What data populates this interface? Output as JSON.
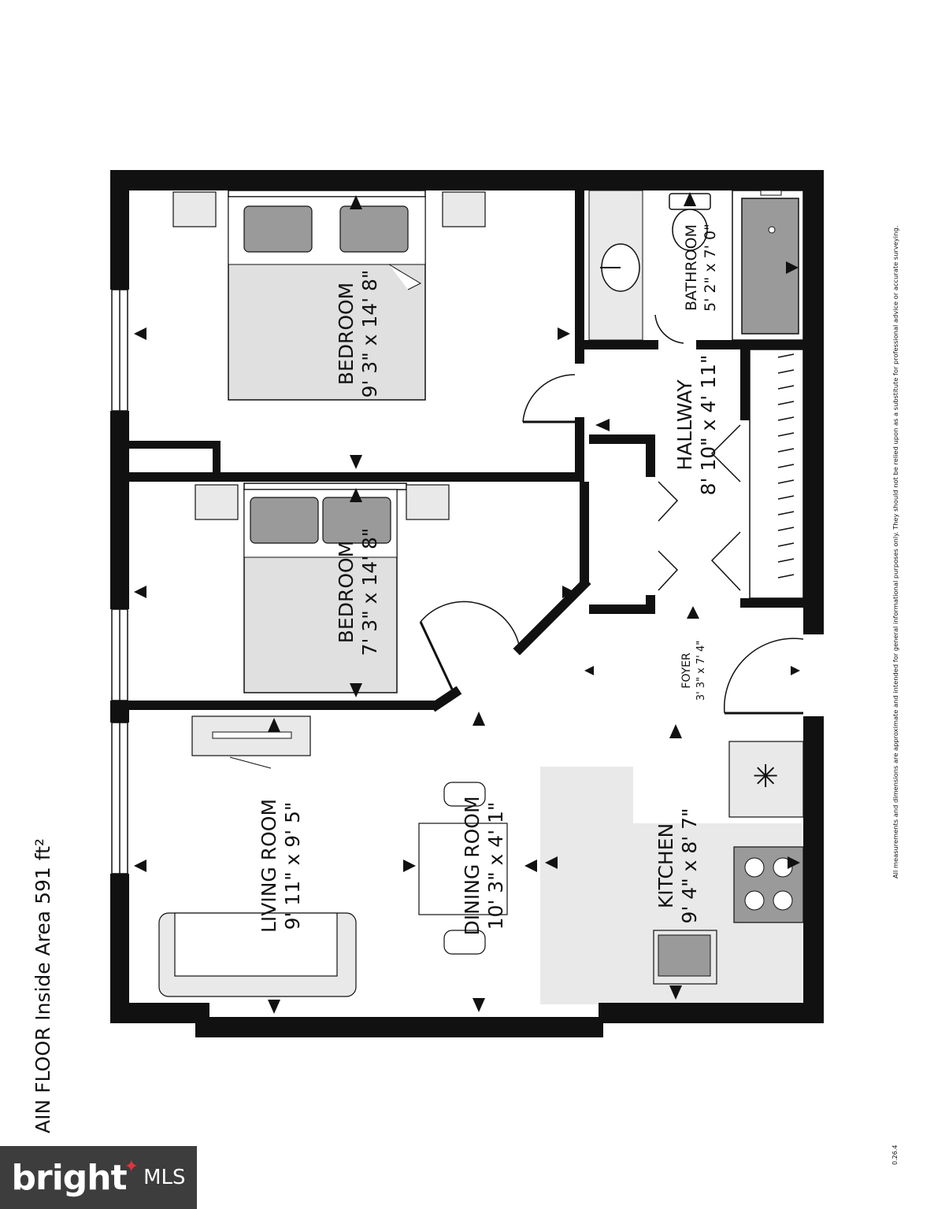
{
  "header": {
    "area_title": "AIN FLOOR Inside Area 591 ft²"
  },
  "rooms": [
    {
      "id": "bedroom-1",
      "name": "BEDROOM",
      "dims": "9' 3\" x 14' 8\""
    },
    {
      "id": "bedroom-2",
      "name": "BEDROOM",
      "dims": "7' 3\" x 14' 8\""
    },
    {
      "id": "bathroom",
      "name": "BATHROOM",
      "dims": "5' 2\" x 7' 0\""
    },
    {
      "id": "hallway",
      "name": "HALLWAY",
      "dims": "8' 10\" x 4' 11\""
    },
    {
      "id": "foyer",
      "name": "FOYER",
      "dims": "3' 3\" x 7' 4\""
    },
    {
      "id": "living-room",
      "name": "LIVING ROOM",
      "dims": "9' 11\" x 9' 5\""
    },
    {
      "id": "dining-room",
      "name": "DINING ROOM",
      "dims": "10' 3\" x 4' 1\""
    },
    {
      "id": "kitchen",
      "name": "KITCHEN",
      "dims": "9' 4\" x 8' 7\""
    }
  ],
  "footer": {
    "disclaimer": "All measurements and dimensions are approximate and intended for general informational purposes only. They should not be relied upon as a substitute for professional advice or accurate surveying.",
    "version": "0.26.4"
  },
  "logo": {
    "brand": "bright",
    "suffix": "MLS"
  },
  "colors": {
    "wall": "#111111",
    "fixture": "#9a9a9a",
    "fixture_light": "#d9d9d9",
    "counter": "#e9e9e9"
  }
}
